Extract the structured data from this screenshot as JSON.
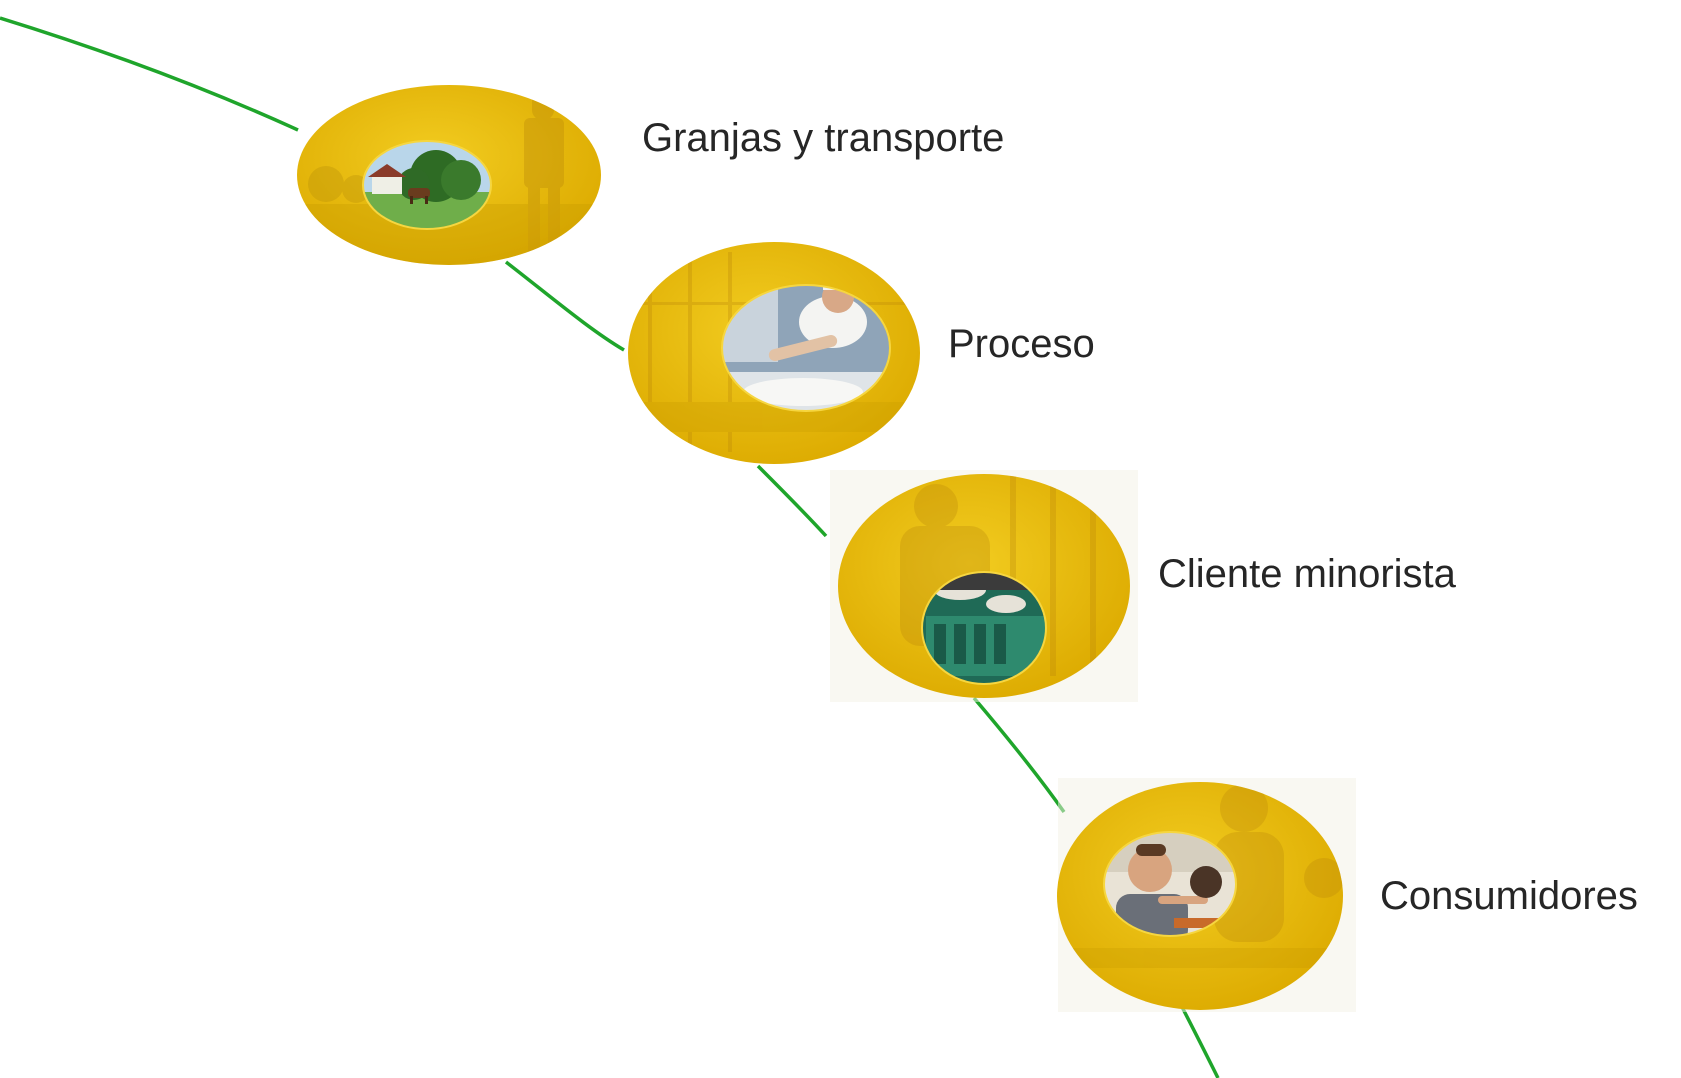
{
  "colors": {
    "curve": "#1fa52b",
    "disc_yellow": "#e8b800",
    "disc_yellow_light": "#f2cc20",
    "disc_yellow_dark": "#d8a400",
    "label_text": "#262626"
  },
  "stages": [
    {
      "label": "Granjas y transporte",
      "photo_subject": "farm-meadow-with-cow-and-farmhouse",
      "overlay_subject": "farmer-standing-in-field"
    },
    {
      "label": "Proceso",
      "photo_subject": "workers-processing-dairy-in-factory",
      "overlay_subject": "processing-plant-interior"
    },
    {
      "label": "Cliente minorista",
      "photo_subject": "hands-stocking-green-crates",
      "overlay_subject": "retail-warehouse-worker"
    },
    {
      "label": "Consumidores",
      "photo_subject": "boy-eating-at-table",
      "overlay_subject": "family-at-dinner-table"
    }
  ]
}
